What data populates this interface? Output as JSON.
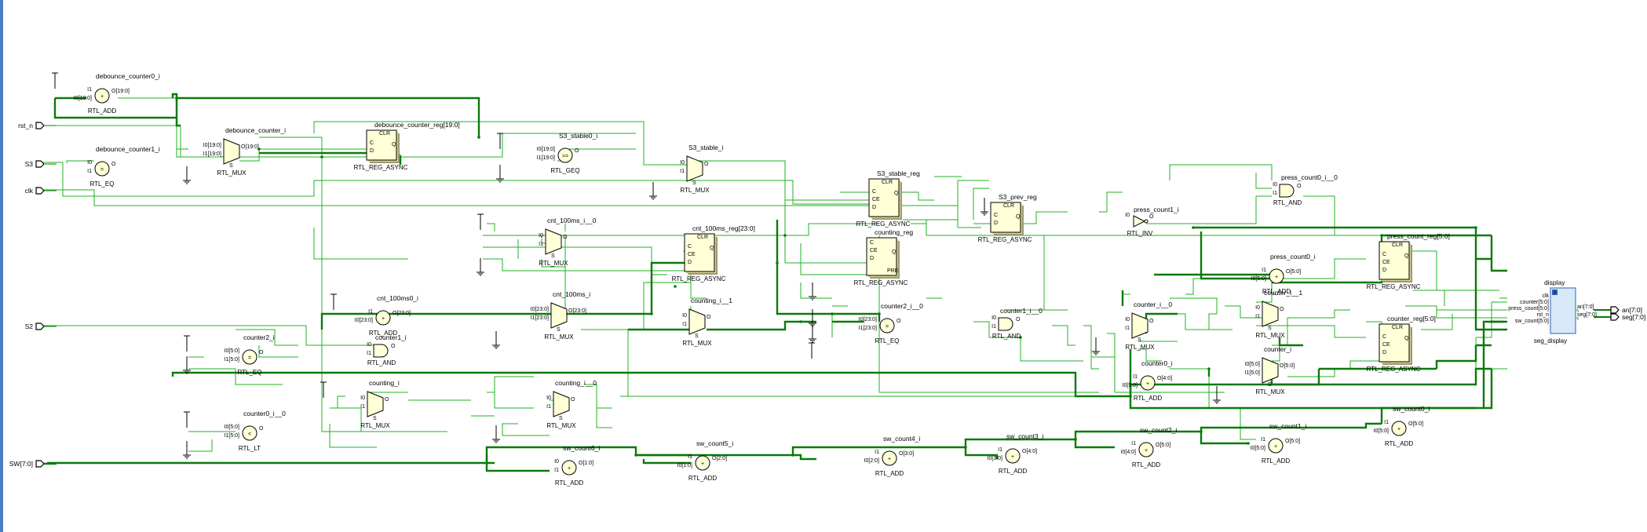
{
  "ports": {
    "inputs": [
      "rst_n",
      "S3",
      "clk",
      "S2",
      "SW[7:0]"
    ],
    "outputs": [
      "an[7:0]",
      "seg[7:0]"
    ]
  },
  "cells": [
    {
      "name": "debounce_counter0_i",
      "type": "RTL_ADD",
      "shape": "adder",
      "op": "+",
      "pins": [
        "I1",
        "I0[19:0]",
        "O[19:0]"
      ]
    },
    {
      "name": "debounce_counter1_i",
      "type": "RTL_EQ",
      "shape": "adder",
      "op": "=",
      "pins": [
        "I0",
        "I1",
        "O"
      ]
    },
    {
      "name": "debounce_counter_i",
      "type": "RTL_MUX",
      "shape": "mux",
      "pins": [
        "I0[19:0]",
        "I1[19:0]",
        "S",
        "O[19:0]"
      ]
    },
    {
      "name": "debounce_counter_reg[19:0]",
      "type": "RTL_REG_ASYNC",
      "shape": "reg",
      "pins": [
        "CLR",
        "C",
        "D",
        "Q"
      ]
    },
    {
      "name": "S3_stable0_i",
      "type": "RTL_GEQ",
      "shape": "adder",
      "op": ">=",
      "pins": [
        "I0[19:0]",
        "I1[19:0]",
        "O"
      ]
    },
    {
      "name": "S3_stable_i",
      "type": "RTL_MUX",
      "shape": "mux",
      "pins": [
        "I0",
        "I1",
        "S",
        "O"
      ]
    },
    {
      "name": "S3_stable_reg",
      "type": "RTL_REG_ASYNC",
      "shape": "reg",
      "pins": [
        "CLR",
        "C",
        "CE",
        "D",
        "Q"
      ]
    },
    {
      "name": "S3_prev_reg",
      "type": "RTL_REG_ASYNC",
      "shape": "reg",
      "pins": [
        "CLR",
        "C",
        "D",
        "Q"
      ]
    },
    {
      "name": "press_count1_i",
      "type": "RTL_INV",
      "shape": "inv",
      "pins": [
        "I0",
        "O"
      ]
    },
    {
      "name": "press_count0_i__0",
      "type": "RTL_AND",
      "shape": "and",
      "pins": [
        "I0",
        "I1",
        "O"
      ]
    },
    {
      "name": "cnt_100ms_i__0",
      "type": "RTL_MUX",
      "shape": "mux",
      "pins": [
        "I0",
        "I1",
        "S",
        "O"
      ]
    },
    {
      "name": "cnt_100ms_reg[23:0]",
      "type": "RTL_REG_ASYNC",
      "shape": "reg",
      "pins": [
        "CLR",
        "C",
        "CE",
        "D",
        "Q"
      ]
    },
    {
      "name": "counting_reg",
      "type": "RTL_REG_ASYNC",
      "shape": "reg",
      "pins": [
        "C",
        "CE",
        "D",
        "PRE",
        "Q"
      ]
    },
    {
      "name": "cnt_100ms0_i",
      "type": "RTL_ADD",
      "shape": "adder",
      "op": "+",
      "pins": [
        "I1",
        "I0[23:0]",
        "O[23:0]"
      ]
    },
    {
      "name": "cnt_100ms_i",
      "type": "RTL_MUX",
      "shape": "mux",
      "pins": [
        "I0[23:0]",
        "I1[23:0]",
        "S",
        "O[23:0]"
      ]
    },
    {
      "name": "counting_i__1",
      "type": "RTL_MUX",
      "shape": "mux",
      "pins": [
        "I0",
        "I1",
        "S",
        "O"
      ]
    },
    {
      "name": "counter2_i__0",
      "type": "RTL_EQ",
      "shape": "adder",
      "op": "=",
      "pins": [
        "I0[23:0]",
        "I1[23:0]",
        "O"
      ]
    },
    {
      "name": "counter1_i__0",
      "type": "RTL_AND",
      "shape": "and",
      "pins": [
        "I0",
        "I1",
        "O"
      ]
    },
    {
      "name": "counter_i__0",
      "type": "RTL_MUX",
      "shape": "mux",
      "pins": [
        "I0",
        "I1",
        "S",
        "O"
      ]
    },
    {
      "name": "counter_i__1",
      "type": "RTL_MUX",
      "shape": "mux",
      "pins": [
        "I0",
        "I1",
        "S",
        "O"
      ]
    },
    {
      "name": "press_count0_i",
      "type": "RTL_ADD",
      "shape": "adder",
      "op": "+",
      "pins": [
        "I1",
        "I0[5:0]",
        "O[5:0]"
      ]
    },
    {
      "name": "press_count_reg[5:0]",
      "type": "RTL_REG_ASYNC",
      "shape": "reg",
      "pins": [
        "CLR",
        "C",
        "CE",
        "D",
        "Q"
      ]
    },
    {
      "name": "counter_reg[5:0]",
      "type": "RTL_REG_ASYNC",
      "shape": "reg",
      "pins": [
        "CLR",
        "C",
        "CE",
        "D",
        "Q"
      ]
    },
    {
      "name": "counter0_i",
      "type": "RTL_ADD",
      "shape": "adder",
      "op": "+",
      "pins": [
        "I1",
        "I0[5:0]",
        "O[4:0]"
      ]
    },
    {
      "name": "counter_i",
      "type": "RTL_MUX",
      "shape": "mux",
      "pins": [
        "I0[5:0]",
        "I1[5:0]",
        "S",
        "O[5:0]"
      ]
    },
    {
      "name": "counter2_i",
      "type": "RTL_EQ",
      "shape": "adder",
      "op": "=",
      "pins": [
        "I0[5:0]",
        "I1[5:0]",
        "O"
      ]
    },
    {
      "name": "counter1_i",
      "type": "RTL_AND",
      "shape": "and",
      "pins": [
        "I0",
        "I1",
        "O"
      ]
    },
    {
      "name": "counting_i",
      "type": "RTL_MUX",
      "shape": "mux",
      "pins": [
        "I0",
        "I1",
        "S",
        "O"
      ]
    },
    {
      "name": "counting_i__0",
      "type": "RTL_MUX",
      "shape": "mux",
      "pins": [
        "I0",
        "I1",
        "S",
        "O"
      ]
    },
    {
      "name": "counter0_i__0",
      "type": "RTL_LT",
      "shape": "adder",
      "op": "<",
      "pins": [
        "I0[5:0]",
        "I1[5:0]",
        "O"
      ]
    },
    {
      "name": "sw_count6_i",
      "type": "RTL_ADD",
      "shape": "adder",
      "op": "+",
      "pins": [
        "I0",
        "I1",
        "O[1:0]"
      ]
    },
    {
      "name": "sw_count5_i",
      "type": "RTL_ADD",
      "shape": "adder",
      "op": "+",
      "pins": [
        "I1",
        "I0[1:0]",
        "O[2:0]"
      ]
    },
    {
      "name": "sw_count4_i",
      "type": "RTL_ADD",
      "shape": "adder",
      "op": "+",
      "pins": [
        "I1",
        "I0[2:0]",
        "O[3:0]"
      ]
    },
    {
      "name": "sw_count3_i",
      "type": "RTL_ADD",
      "shape": "adder",
      "op": "+",
      "pins": [
        "I1",
        "I0[3:0]",
        "O[4:0]"
      ]
    },
    {
      "name": "sw_count2_i",
      "type": "RTL_ADD",
      "shape": "adder",
      "op": "+",
      "pins": [
        "I1",
        "I0[4:0]",
        "O[5:0]"
      ]
    },
    {
      "name": "sw_count1_i",
      "type": "RTL_ADD",
      "shape": "adder",
      "op": "+",
      "pins": [
        "I1",
        "I0[5:0]",
        "O[5:0]"
      ]
    },
    {
      "name": "sw_count0_i",
      "type": "RTL_ADD",
      "shape": "adder",
      "op": "+",
      "pins": [
        "I1",
        "I0[5:0]",
        "O[5:0]"
      ]
    },
    {
      "name": "display",
      "type": "seg_display",
      "shape": "block",
      "pins": [
        "clk",
        "counter[5:0]",
        "press_count[5:0]",
        "rst_n",
        "sw_count[5:0]",
        "an[7:0]",
        "seg[7:0]"
      ]
    }
  ],
  "colors": {
    "wire": "#22b022",
    "bus": "#0a7a0a",
    "cell_stroke": "#000000",
    "reg_fill": "#ffffd8",
    "reg_shadow": "#9e9a6a",
    "display_fill": "#d7e8f8",
    "display_icon": "#2a5fb0",
    "left_bar": "#4a7cc0"
  }
}
